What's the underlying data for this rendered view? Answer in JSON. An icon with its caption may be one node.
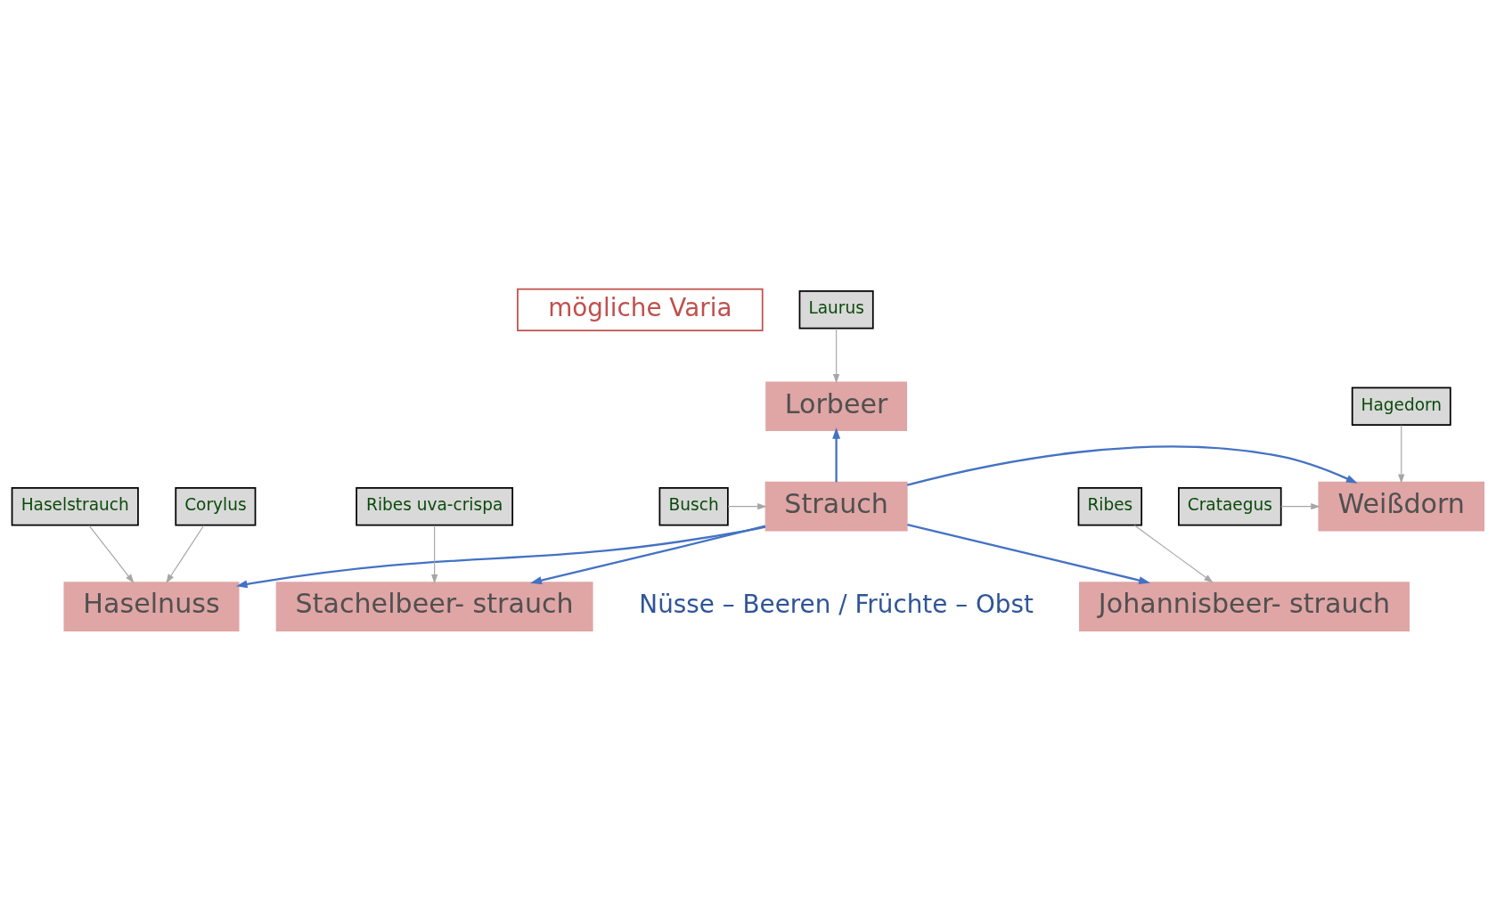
{
  "diagram": {
    "nodes": [
      {
        "text": [
          "mögliche Varia"
        ]
      },
      {
        "text": [
          "Laurus"
        ]
      },
      {
        "text": [
          "Lorbeer"
        ]
      },
      {
        "text": [
          "Hagedorn"
        ]
      },
      {
        "text": [
          "Strauch"
        ]
      },
      {
        "text": [
          "Busch"
        ]
      },
      {
        "text": [
          "Weißdorn"
        ]
      },
      {
        "text": [
          "Crataegus"
        ]
      },
      {
        "text": [
          "Haselstrauch"
        ]
      },
      {
        "text": [
          "Haselnuss"
        ]
      },
      {
        "text": [
          "Ribes uva-crispa"
        ]
      },
      {
        "text": [
          "Ribes"
        ]
      },
      {
        "text": [
          "Corylus"
        ]
      },
      {
        "text": [
          "Stachelbeer- strauch"
        ]
      },
      {
        "text": [
          "Johannisbeer- strauch"
        ]
      }
    ],
    "edges": [
      {
        "from": 1,
        "to": 2,
        "arrow": "to"
      },
      {
        "from": 4,
        "to": 2,
        "arrow": "to",
        "color": "#4472c4"
      },
      {
        "from": 5,
        "to": 4,
        "arrow": "to"
      },
      {
        "from": 4,
        "to": 6,
        "arrow": "to",
        "color": "#4472c4"
      },
      {
        "from": 3,
        "to": 6,
        "arrow": "to"
      },
      {
        "from": 7,
        "to": 6,
        "arrow": "to"
      },
      {
        "from": 4,
        "to": 9,
        "arrow": "to",
        "color": "#4472c4"
      },
      {
        "from": 4,
        "to": 13,
        "arrow": "to",
        "color": "#4472c4"
      },
      {
        "from": 4,
        "to": 14,
        "arrow": "to",
        "color": "#4472c4"
      },
      {
        "from": 8,
        "to": 9,
        "arrow": "to"
      },
      {
        "from": 12,
        "to": 9,
        "arrow": "to"
      },
      {
        "from": 10,
        "to": 13,
        "arrow": "to"
      },
      {
        "from": 11,
        "to": 14,
        "arrow": "to"
      }
    ],
    "labels": [
      "Nüsse – Beeren / Früchte – Obst"
    ]
  }
}
